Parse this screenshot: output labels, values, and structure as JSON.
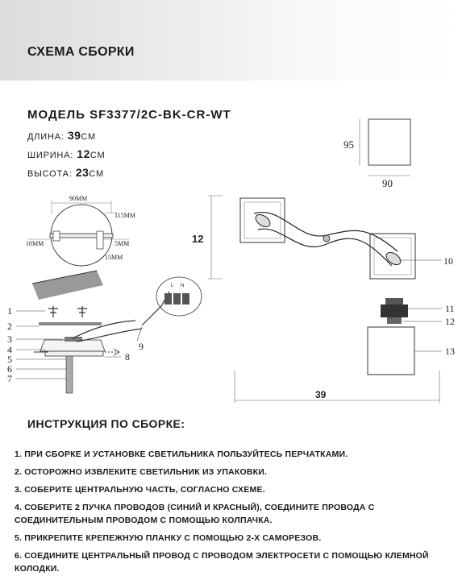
{
  "header": {
    "title": "СХЕМА СБОРКИ"
  },
  "model": {
    "label": "МОДЕЛЬ SF3377/2C-BK-CR-WT"
  },
  "specs": [
    {
      "label": "длина:",
      "value": "39",
      "unit": "см"
    },
    {
      "label": "ширина:",
      "value": "12",
      "unit": "см"
    },
    {
      "label": "высота:",
      "value": "23",
      "unit": "см"
    }
  ],
  "diagram": {
    "shade_width": "95",
    "shade_height": "90",
    "canopy_width": "90MM",
    "canopy_depth": "115MM",
    "bracket_left": "10MM",
    "bracket_gap": "5MM",
    "bracket_right": "15MM",
    "plan_width": "12",
    "plan_length": "39",
    "parts": [
      "1",
      "2",
      "3",
      "4",
      "5",
      "6",
      "7",
      "8",
      "9",
      "10",
      "11",
      "12",
      "13"
    ],
    "terminal_letters": [
      "L",
      "N"
    ]
  },
  "instructions": {
    "title": "ИНСТРУКЦИЯ ПО СБОРКЕ:",
    "steps": [
      "1. При сборке и установке светильника пользуйтесь перчатками.",
      "2. Осторожно извлеките светильник из упаковки.",
      "3. Соберите центральную часть, согласно схеме.",
      "4. Соберите 2 пучка проводов (синий и красный), соедините провода с соединительным проводом с помощью колпачка.",
      "5. Прикрепите крепежную планку с помощью 2-х саморезов.",
      "6. Соедините центральный провод с проводом электросети с помощью клемной колодки."
    ]
  }
}
